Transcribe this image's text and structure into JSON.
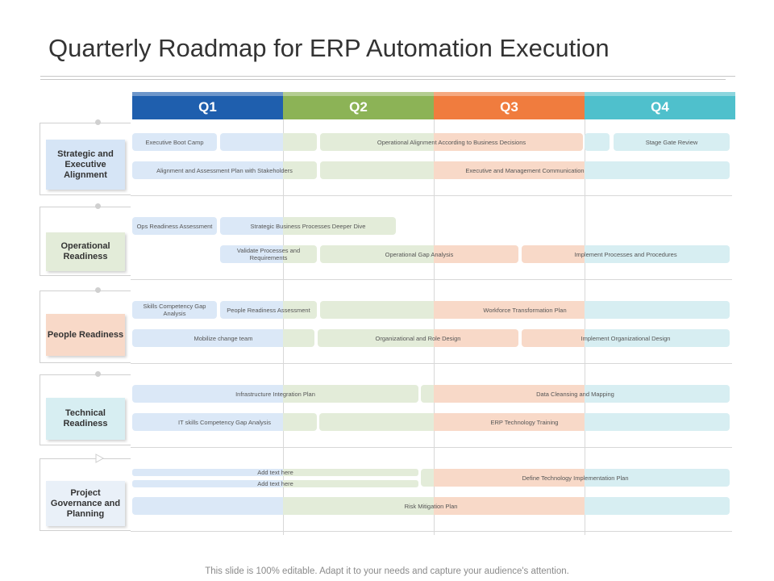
{
  "title": "Quarterly Roadmap for ERP Automation  Execution",
  "footer": "This slide is 100% editable. Adapt it to your needs and capture your audience's attention.",
  "colors": {
    "q1": "#1f5fae",
    "q2": "#8cb356",
    "q3": "#f07c3e",
    "q4": "#4fc0cc"
  },
  "quarters": [
    "Q1",
    "Q2",
    "Q3",
    "Q4"
  ],
  "rows": [
    {
      "label": "Strategic and Executive Alignment",
      "color": "#d6e5f6"
    },
    {
      "label": "Operational Readiness",
      "color": "#e3ecd9"
    },
    {
      "label": "People Readiness",
      "color": "#f8d9c8"
    },
    {
      "label": "Technical Readiness",
      "color": "#d7eef2"
    },
    {
      "label": "Project Governance and Planning",
      "color": "#e9f0f8"
    }
  ],
  "tasks": [
    "Executive Boot Camp",
    "Operational  Alignment  According to Business Decisions",
    "Stage Gate Review",
    "Alignment and Assessment Plan with Stakeholders",
    "Executive and Management  Communication",
    "Ops Readiness Assessment",
    "Strategic  Business  Processes Deeper Dive",
    "Validate Processes and Requirements",
    "Operational  Gap Analysis",
    "Implement Processes and Procedures",
    "Skills Competency Gap Analysis",
    "People Readiness Assessment",
    "Workforce Transformation Plan",
    "Mobilize change team",
    "Organizational  and Role Design",
    "Implement Organizational  Design",
    "Infrastructure  Integration  Plan",
    "Data Cleansing and Mapping",
    "IT skills Competency  Gap Analysis",
    "ERP Technology  Training",
    "Add text here",
    "Add text here",
    "Define Technology  Implementation  Plan",
    "Risk Mitigation Plan"
  ]
}
